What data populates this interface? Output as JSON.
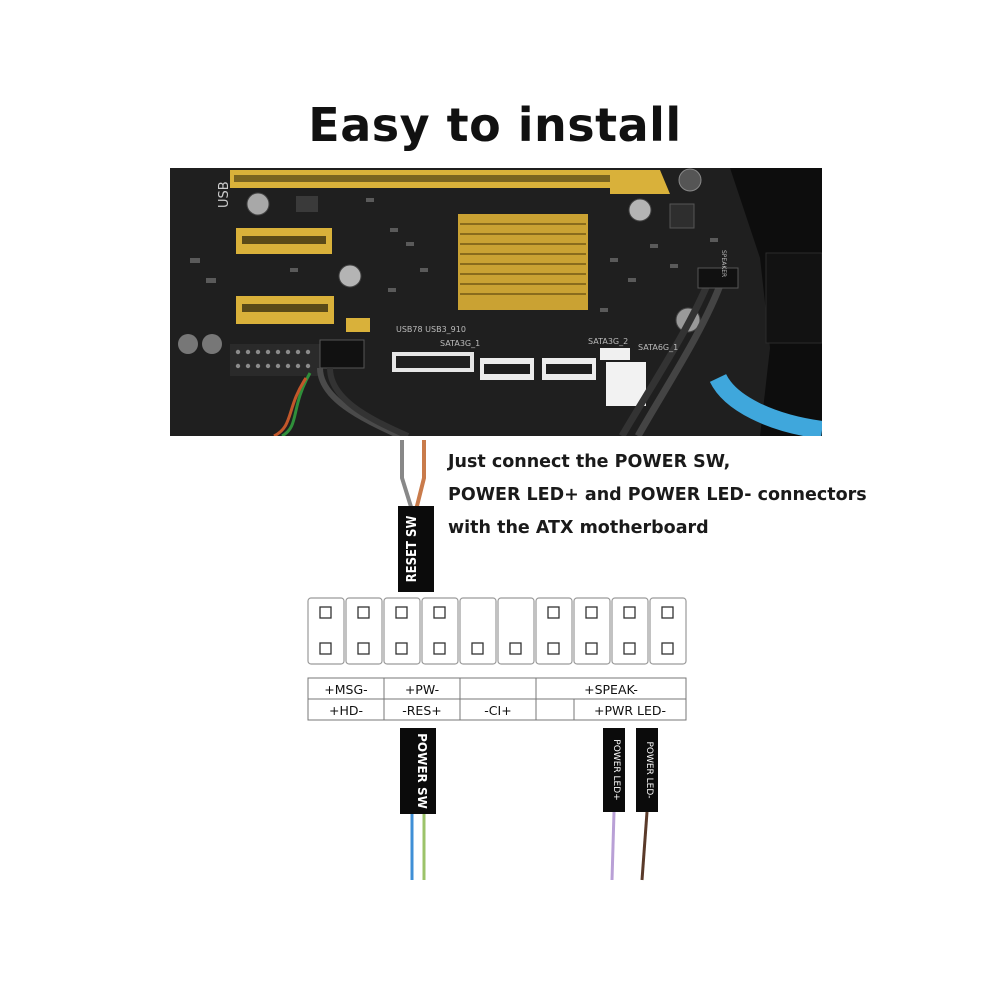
{
  "title": "Easy to install",
  "instructions": [
    "Just connect the POWER SW,",
    "POWER LED+ and POWER LED- connectors",
    " with the ATX motherboard"
  ],
  "board_labels": {
    "usb": "USB",
    "usb_header": "USB78 USB3_910",
    "sata_a": "SATA3G_1",
    "sata_b": "SATA3G_2",
    "sata_c": "SATA6G_1",
    "speaker": "SPEAKER"
  },
  "connectors": {
    "reset_sw": "RESET SW",
    "power_sw": "POWER SW",
    "power_led_plus": "POWER LED+",
    "power_led_minus": "POWER LED-"
  },
  "header_labels": {
    "top_row": [
      "+MSG-",
      "+PW-",
      "+SPEAK-"
    ],
    "bottom_row": [
      "+HD-",
      "-RES+",
      "-CI+",
      "+PWR LED-"
    ]
  },
  "colors": {
    "board": "#1b1b1b",
    "gold": "#d9b13a",
    "cable_blue": "#3fa7dc",
    "connector": "#0b0b0b"
  }
}
